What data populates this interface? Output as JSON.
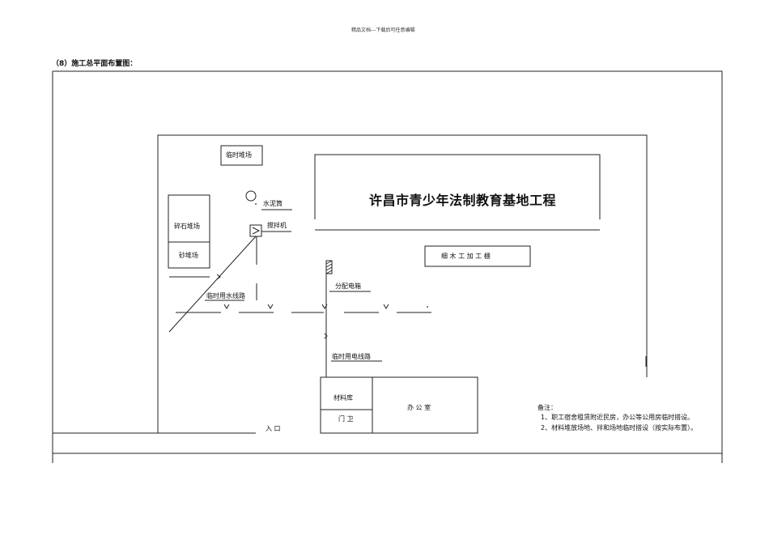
{
  "page_header": "精品文档---下载后可任意编辑",
  "section_title": "（8）施工总平面布置图：",
  "plan": {
    "temp_stack": "临时堆场",
    "cement_silo": "水泥筒",
    "mixer": "搅拌机",
    "gravel_yard": "碎石堆场",
    "sand_yard": "砂堆场",
    "water_line": "临时用水线路",
    "distribution_box": "分配电箱",
    "power_line": "临时用电线路",
    "project_title": "许昌市青少年法制教育基地工程",
    "carpentry_shed": "细 木 工 加 工 棚",
    "warehouse": "材料库",
    "gate": "门 卫",
    "office": "办 公 室",
    "entrance": "入 口"
  },
  "notes": {
    "heading": "备注：",
    "items": [
      "1、职工宿舍租赁附近民房，办公等公用房临时搭设。",
      "2、材料堆放场地、拌和场地临时搭设（按实际布置）。"
    ]
  }
}
